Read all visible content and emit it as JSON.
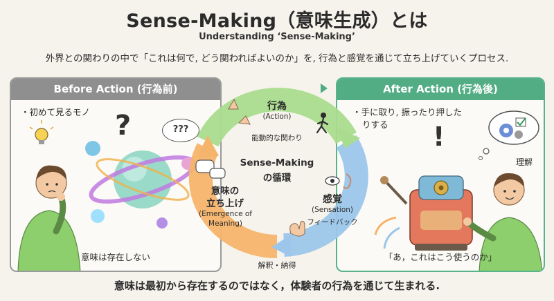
{
  "header": {
    "title": "Sense-Making（意味生成）とは",
    "subtitle": "Understanding ‘Sense-Making’",
    "lead": "外界との関わりの中で「これは何で, どう関わればよいのか」を, 行為と感覚を通じて立ち上げていくプロセス."
  },
  "before": {
    "heading": "Before Action (行為前)",
    "note": "・初めて見るモノ",
    "question_mark": "?",
    "bubble_text": "???",
    "caption": "意味は存在しない"
  },
  "after": {
    "heading": "After Action (行為後)",
    "note_line1": "・手に取り, 振ったり押した",
    "note_line2": "りする",
    "exclaim": "!",
    "understand": "理解",
    "caption": "「あ，これはこう使うのか」"
  },
  "cycle": {
    "center_line1": "Sense-Making",
    "center_line2": "の循環",
    "action_jp": "行為",
    "action_en": "(Action)",
    "action_desc": "能動的な関わり",
    "sensation_jp": "感覚",
    "sensation_en": "(Sensation)",
    "sensation_desc": "フィードバック",
    "emergence_jp1": "意味の",
    "emergence_jp2": "立ち上げ",
    "emergence_en1": "(Emergence of",
    "emergence_en2": "Meaning)",
    "interpret": "解釈・納得"
  },
  "footer": "意味は最初から存在するのではなく，体験者の行為を通じて生まれる.",
  "colors": {
    "green": "#52ad84",
    "gray": "#8f8f8f",
    "arc_green": "#a9dc8e",
    "arc_blue": "#9cc6ea",
    "arc_orange": "#f5b46b",
    "background": "#f6f3ec"
  }
}
